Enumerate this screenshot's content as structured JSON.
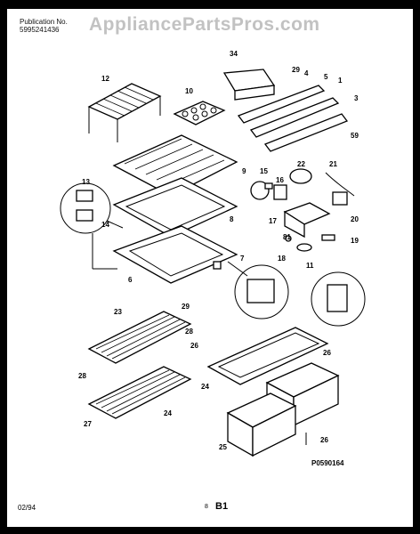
{
  "header": {
    "publication_label": "Publication No.",
    "publication_number": "5995241436",
    "watermark": "AppliancePartsPros.com"
  },
  "part_labels": [
    "1",
    "3",
    "4",
    "5",
    "6",
    "7",
    "8",
    "9",
    "10",
    "11",
    "12",
    "13",
    "14",
    "15",
    "16",
    "17",
    "18",
    "19",
    "20",
    "21",
    "22",
    "23",
    "24",
    "24",
    "25",
    "26",
    "26",
    "26",
    "27",
    "28",
    "28",
    "29",
    "29",
    "34",
    "59",
    "81"
  ],
  "footer": {
    "date": "02/94",
    "page_small": "8",
    "page_large": "B1",
    "drawing_code": "P0590164"
  }
}
